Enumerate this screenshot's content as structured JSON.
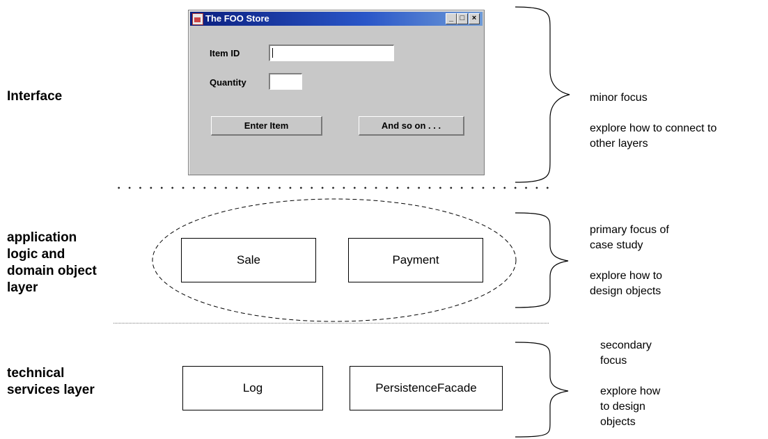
{
  "layers": {
    "interface": {
      "label_lines": [
        "Interface"
      ]
    },
    "domain": {
      "label_lines": [
        "application",
        "logic and",
        "domain object",
        "layer"
      ]
    },
    "technical": {
      "label_lines": [
        "technical",
        "services layer"
      ]
    }
  },
  "window": {
    "title": "The FOO Store",
    "controls": {
      "minimize": "_",
      "maximize": "□",
      "close": "×"
    },
    "item_id_label": "Item ID",
    "item_id_value": "",
    "quantity_label": "Quantity",
    "quantity_value": "",
    "enter_button": "Enter Item",
    "more_button": "And so on . . ."
  },
  "domain_objects": [
    "Sale",
    "Payment"
  ],
  "technical_objects": [
    "Log",
    "PersistenceFacade"
  ],
  "notes": {
    "interface": [
      "minor focus",
      "",
      "explore how to connect to",
      "other layers"
    ],
    "domain": [
      "primary focus of",
      "case study",
      "",
      "explore how to",
      "design objects"
    ],
    "technical": [
      "secondary",
      "focus",
      "",
      "explore how",
      "to design",
      "objects"
    ]
  }
}
